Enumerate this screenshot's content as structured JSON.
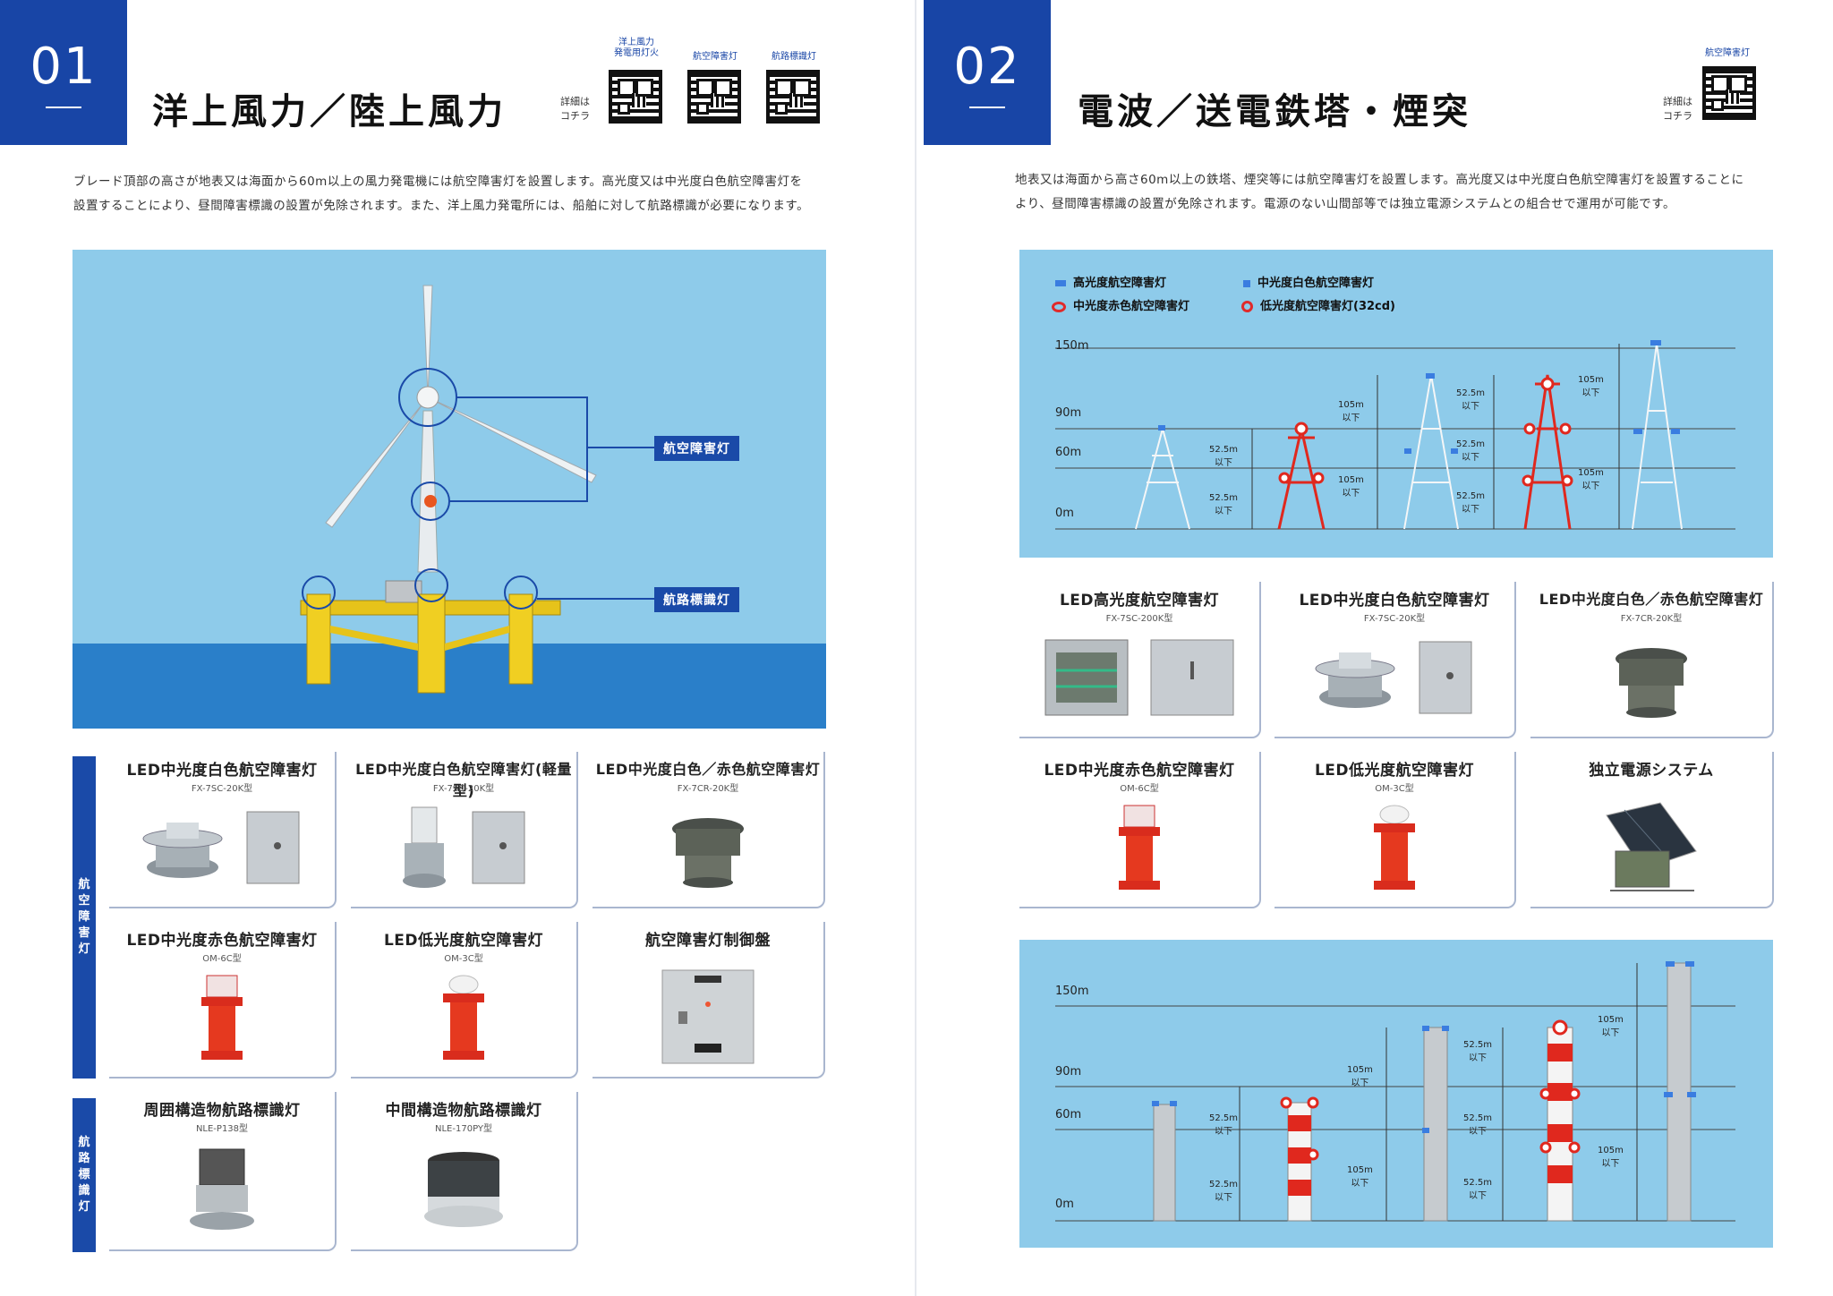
{
  "left": {
    "number": "01",
    "title": "洋上風力／陸上風力",
    "qr_detail": [
      "詳細は",
      "コチラ"
    ],
    "qr_captions": [
      "洋上風力\n発電用灯火",
      "航空障害灯",
      "航路標識灯"
    ],
    "intro_lines": [
      "ブレード頂部の高さが地表又は海面から60m以上の風力発電機には航空障害灯を設置します。高光度又は中光度白色航空障害灯を",
      "設置することにより、昼間障害標識の設置が免除されます。また、洋上風力発電所には、船舶に対して航路標識が必要になります。"
    ],
    "callouts": {
      "aviation": "航空障害灯",
      "navigation": "航路標識灯"
    },
    "tabs": {
      "aviation": "航\n空\n障\n害\n灯",
      "navigation": "航\n路\n標\n識\n灯"
    },
    "cards": [
      {
        "name": "LED中光度白色航空障害灯",
        "model": "FX-7SC-20K型"
      },
      {
        "name": "LED中光度白色航空障害灯(軽量型)",
        "model": "FX-7SC-20K型"
      },
      {
        "name": "LED中光度白色／赤色航空障害灯",
        "model": "FX-7CR-20K型"
      },
      {
        "name": "LED中光度赤色航空障害灯",
        "model": "OM-6C型"
      },
      {
        "name": "LED低光度航空障害灯",
        "model": "OM-3C型"
      },
      {
        "name": "航空障害灯制御盤",
        "model": ""
      },
      {
        "name": "周囲構造物航路標識灯",
        "model": "NLE-P138型"
      },
      {
        "name": "中間構造物航路標識灯",
        "model": "NLE-170PY型"
      }
    ]
  },
  "right": {
    "number": "02",
    "title": "電波／送電鉄塔・煙突",
    "qr_detail": [
      "詳細は",
      "コチラ"
    ],
    "qr_caption": "航空障害灯",
    "intro_lines": [
      "地表又は海面から高さ60m以上の鉄塔、煙突等には航空障害灯を設置します。高光度又は中光度白色航空障害灯を設置することに",
      "より、昼間障害標識の設置が免除されます。電源のない山間部等では独立電源システムとの組合せで運用が可能です。"
    ],
    "legend": [
      {
        "label": "高光度航空障害灯",
        "color": "#3a7de0"
      },
      {
        "label": "中光度白色航空障害灯",
        "color": "#3a7de0"
      },
      {
        "label": "中光度赤色航空障害灯",
        "color": "#e02a2a"
      },
      {
        "label": "低光度航空障害灯(32cd)",
        "color": "#e02a2a"
      }
    ],
    "heights": [
      "150m",
      "90m",
      "60m",
      "0m"
    ],
    "spacing_labels": {
      "s525": "52.5m",
      "s105": "105m",
      "below": "以下"
    },
    "cards": [
      {
        "name": "LED高光度航空障害灯",
        "model": "FX-7SC-200K型"
      },
      {
        "name": "LED中光度白色航空障害灯",
        "model": "FX-7SC-20K型"
      },
      {
        "name": "LED中光度白色／赤色航空障害灯",
        "model": "FX-7CR-20K型"
      },
      {
        "name": "LED中光度赤色航空障害灯",
        "model": "OM-6C型"
      },
      {
        "name": "LED低光度航空障害灯",
        "model": "OM-3C型"
      },
      {
        "name": "独立電源システム",
        "model": ""
      }
    ]
  }
}
